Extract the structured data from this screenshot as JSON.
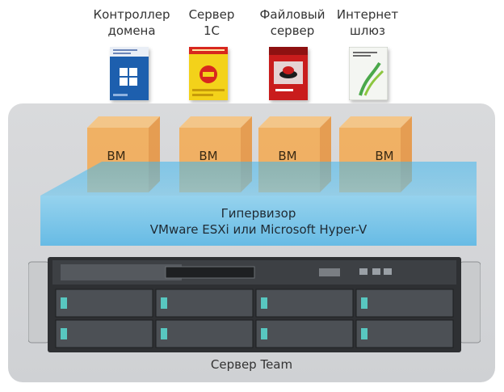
{
  "top_products": [
    {
      "label": "Контроллер\nдомена",
      "icon": "windows-server-box-icon"
    },
    {
      "label": "Сервер\n1С",
      "icon": "1c-enterprise-box-icon"
    },
    {
      "label": "Файловый\nсервер",
      "icon": "redhat-linux-box-icon"
    },
    {
      "label": "Интернет\nшлюз",
      "icon": "gateway-software-box-icon"
    }
  ],
  "vm_label": "ВМ",
  "hypervisor": {
    "title": "Гипервизор",
    "subtitle": "VMware ESXi или Microsoft Hyper-V"
  },
  "server_label": "Сервер Team",
  "colors": {
    "panel": "#d3d5d8",
    "vm_cube": "#f5a94f",
    "hypervisor_layer": "#5bb8e6"
  }
}
